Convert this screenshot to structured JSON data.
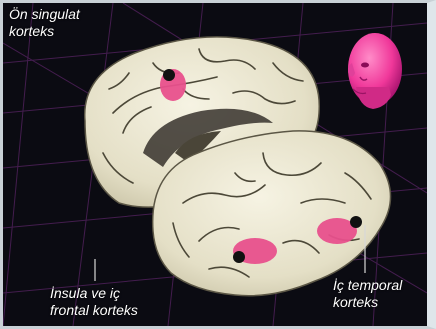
{
  "labels": {
    "anterior_cingulate": {
      "line1": "Ön singulat",
      "line2": "korteks"
    },
    "insula": {
      "line1": "İnsula ve iç",
      "line2": "frontal korteks"
    },
    "inner_temporal": {
      "line1": "İç temporal",
      "line2": "korteks"
    }
  },
  "colors": {
    "background": "#0b0b12",
    "grid": "#4a1f55",
    "brain": "#ece8d4",
    "highlight": "#e8508c",
    "head": "#ff3fa0"
  }
}
